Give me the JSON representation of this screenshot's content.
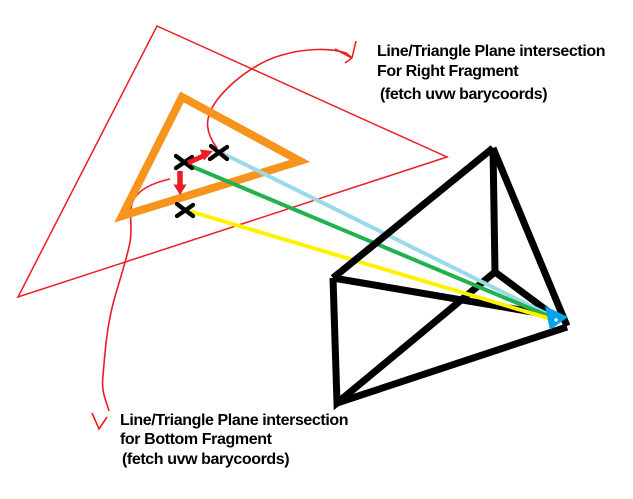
{
  "canvas": {
    "background": "#ffffff"
  },
  "labels": {
    "top": {
      "line1": "Line/Triangle Plane intersection",
      "line2": "For Right Fragment",
      "line3": "(fetch uvw barycoords)"
    },
    "bottom": {
      "line1": "Line/Triangle Plane intersection",
      "line2": "for Bottom Fragment",
      "line3": "(fetch uvw barycoords)"
    }
  },
  "colors": {
    "plane_red": "#ED1C24",
    "annotation_red": "#ED1C24",
    "fragment_orange": "#F7941D",
    "frustum_black": "#000000",
    "marker_black": "#000000",
    "ray_light_blue": "#99D9EA",
    "ray_green": "#22B14C",
    "ray_yellow": "#FFF200",
    "eye_arrow_blue": "#00A2E8",
    "white": "#ffffff"
  }
}
